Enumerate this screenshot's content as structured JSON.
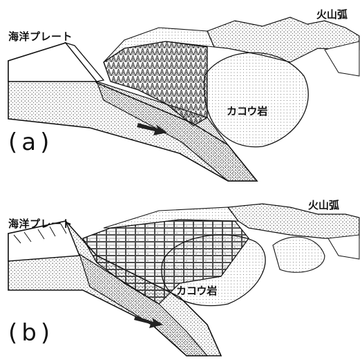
{
  "panels": [
    {
      "id": "a",
      "label": "(a)",
      "oceanic_plate": "海洋プレート",
      "volcanic_arc": "火山弧",
      "granite": "カコウ岩"
    },
    {
      "id": "b",
      "label": "(b)",
      "oceanic_plate": "海洋プレート",
      "volcanic_arc": "火山弧",
      "granite": "カコウ岩"
    }
  ],
  "colors": {
    "ink": "#111111",
    "stipple": "#555555",
    "background": "#ffffff"
  },
  "icons": {
    "subduction_arrow": "arrow-right-icon"
  }
}
